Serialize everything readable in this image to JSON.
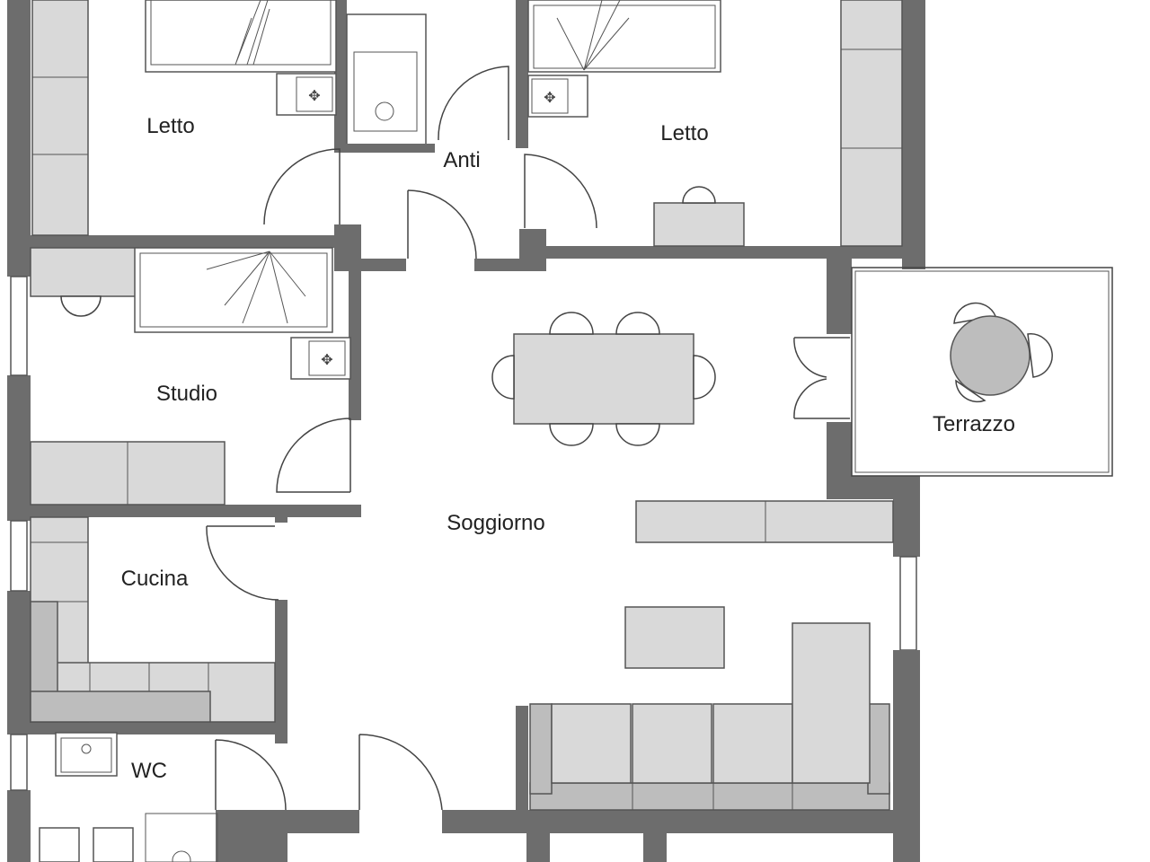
{
  "rooms": {
    "letto_left": "Letto",
    "letto_right": "Letto",
    "anti": "Anti",
    "studio": "Studio",
    "terrazzo": "Terrazzo",
    "soggiorno": "Soggiorno",
    "cucina": "Cucina",
    "wc": "WC"
  },
  "colors": {
    "wall": "#6d6d6d",
    "furniture": "#d9d9d9",
    "background": "#ffffff"
  }
}
